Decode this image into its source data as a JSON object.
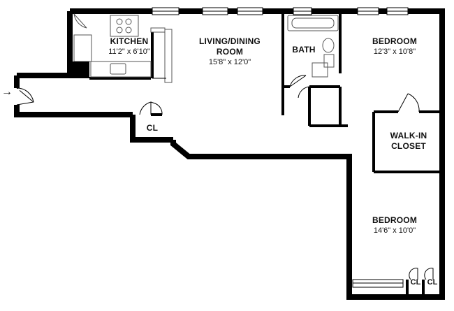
{
  "rooms": {
    "kitchen": {
      "name": "KITCHEN",
      "dims": "11'2\" x 6'10\""
    },
    "living": {
      "name_line1": "LIVING/DINING",
      "name_line2": "ROOM",
      "dims": "15'8\" x 12'0\""
    },
    "bath": {
      "name": "BATH"
    },
    "bedroom1": {
      "name": "BEDROOM",
      "dims": "12'3\" x 10'8\""
    },
    "walkin": {
      "name_line1": "WALK-IN",
      "name_line2": "CLOSET"
    },
    "hall_closet": {
      "name": "CL"
    },
    "bedroom2": {
      "name": "BEDROOM",
      "dims": "14'6\" x 10'0\""
    },
    "closet_a": {
      "name": "CL"
    },
    "closet_b": {
      "name": "CL"
    }
  },
  "entry_arrow": "→",
  "colors": {
    "wall": "#000000",
    "fixture": "#555555",
    "background": "#ffffff"
  }
}
